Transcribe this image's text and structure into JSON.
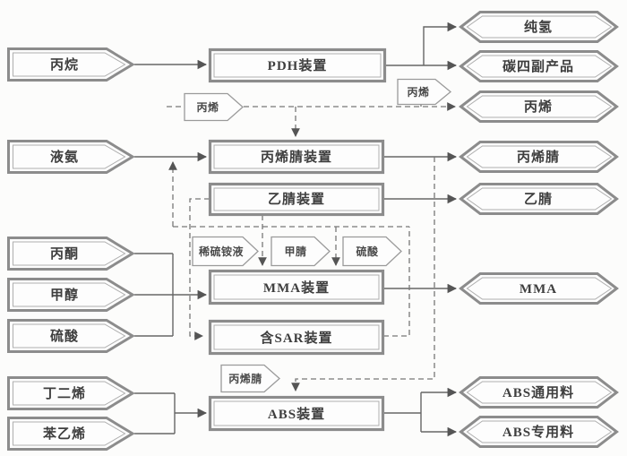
{
  "inputs": {
    "propane": "丙烷",
    "liquid_ammonia": "液氨",
    "acetone": "丙酮",
    "methanol": "甲醇",
    "sulfuric_acid": "硫酸",
    "butadiene": "丁二烯",
    "styrene": "苯乙烯"
  },
  "units": {
    "pdh": "PDH装置",
    "acrylonitrile": "丙烯腈装置",
    "acetonitrile": "乙腈装置",
    "mma": "MMA装置",
    "sar": "含SAR装置",
    "abs": "ABS装置"
  },
  "outputs": {
    "pure_hydrogen": "纯氢",
    "c4_byproducts": "碳四副产品",
    "propylene": "丙烯",
    "acrylonitrile": "丙烯腈",
    "acetonitrile": "乙腈",
    "mma": "MMA",
    "abs_general": "ABS通用料",
    "abs_special": "ABS专用料"
  },
  "stream_tags": {
    "propylene_top": "丙烯",
    "propylene_pdh": "丙烯",
    "dilute_ammonium_sulfate": "稀硫铵液",
    "methyl_nitrile": "甲腈",
    "sulfuric_acid": "硫酸",
    "acrylonitrile": "丙烯腈"
  },
  "colors": {
    "background": "#fcfcfb",
    "shape_fill": "#fdfdfd",
    "border_outer": "#8c8c8c",
    "border_inner": "#aeaeae",
    "solid_line": "#666666",
    "dashed_line": "#777777",
    "text": "#3e3e3e",
    "tag_border": "#9a9a9a"
  }
}
